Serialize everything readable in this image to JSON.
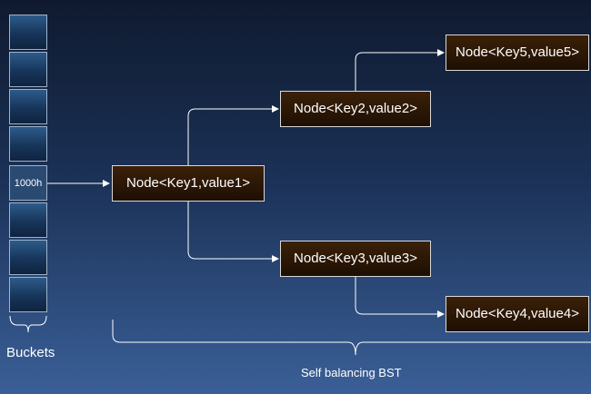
{
  "buckets": {
    "label": "Buckets",
    "slots": [
      "",
      "",
      "",
      "",
      "1000h",
      "",
      "",
      ""
    ]
  },
  "nodes": {
    "key1": "Node<Key1,value1>",
    "key2": "Node<Key2,value2>",
    "key3": "Node<Key3,value3>",
    "key4": "Node<Key4,value4>",
    "key5": "Node<Key5,value5>"
  },
  "tree_label": "Self balancing BST",
  "colors": {
    "node_fill": "#2a1605",
    "line": "#ffffff",
    "background_top": "#0f1a2f",
    "background_bottom": "#3a5f97"
  }
}
